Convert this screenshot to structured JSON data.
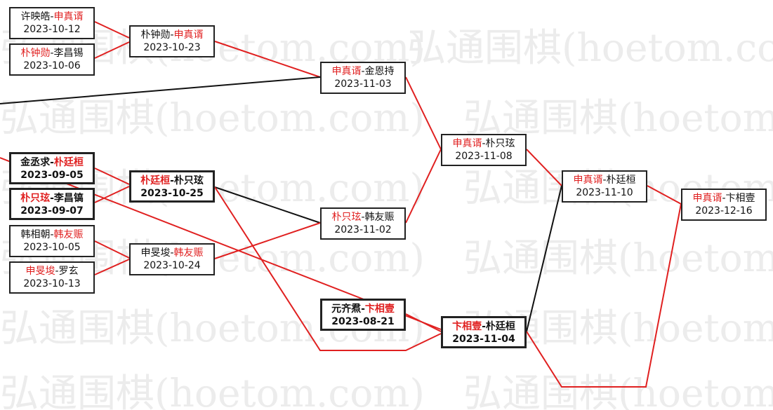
{
  "watermark": "弘通围棋(hoetom.com)",
  "colors": {
    "winner": "#e02020",
    "text": "#111111",
    "border": "#222222",
    "watermark": "#ececec"
  },
  "matches": {
    "r1_1": {
      "p1": "许映皓",
      "p2": "申真谞",
      "winner": 2,
      "date": "2023-10-12"
    },
    "r1_2": {
      "p1": "朴钟勋",
      "p2": "李昌锡",
      "winner": 1,
      "date": "2023-10-06"
    },
    "r1_3": {
      "p1": "金丞求",
      "p2": "朴廷桓",
      "winner": 2,
      "date": "2023-09-05"
    },
    "r1_4": {
      "p1": "朴只玹",
      "p2": "李昌镐",
      "winner": 1,
      "date": "2023-09-07"
    },
    "r1_5": {
      "p1": "韩相朝",
      "p2": "韩友赈",
      "winner": 2,
      "date": "2023-10-05"
    },
    "r1_6": {
      "p1": "申旻埈",
      "p2": "罗玄",
      "winner": 1,
      "date": "2023-10-13"
    },
    "r2_1": {
      "p1": "朴钟勋",
      "p2": "申真谞",
      "winner": 2,
      "date": "2023-10-23"
    },
    "r2_2": {
      "p1": "朴廷桓",
      "p2": "朴只玹",
      "winner": 1,
      "date": "2023-10-25"
    },
    "r2_3": {
      "p1": "申旻埈",
      "p2": "韩友赈",
      "winner": 2,
      "date": "2023-10-24"
    },
    "r3_1": {
      "p1": "申真谞",
      "p2": "金恩持",
      "winner": 1,
      "date": "2023-11-03"
    },
    "r3_2": {
      "p1": "朴只玹",
      "p2": "韩友赈",
      "winner": 1,
      "date": "2023-11-02"
    },
    "r3_3": {
      "p1": "元齐焄",
      "p2": "卞相壹",
      "winner": 2,
      "date": "2023-08-21"
    },
    "r4_1": {
      "p1": "申真谞",
      "p2": "朴只玹",
      "winner": 1,
      "date": "2023-11-08"
    },
    "r4_2": {
      "p1": "卞相壹",
      "p2": "朴廷桓",
      "winner": 1,
      "date": "2023-11-04"
    },
    "r5_1": {
      "p1": "申真谞",
      "p2": "朴廷桓",
      "winner": 1,
      "date": "2023-11-10"
    },
    "final": {
      "p1": "申真谞",
      "p2": "卞相壹",
      "winner": 1,
      "date": "2023-12-16"
    }
  }
}
